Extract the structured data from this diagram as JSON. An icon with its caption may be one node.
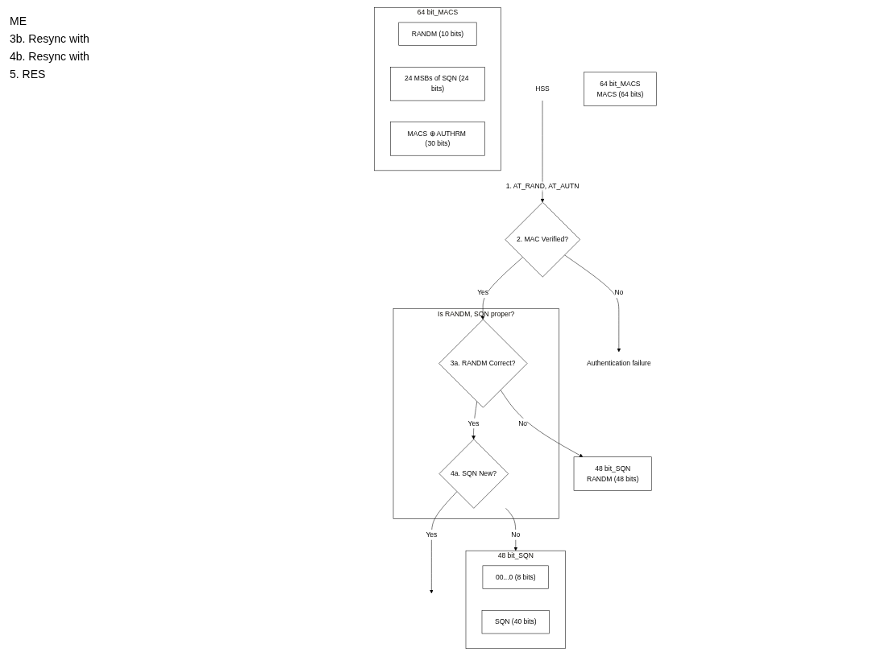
{
  "diagram": {
    "nodes": [
      {
        "text": [
          "HSS"
        ]
      },
      {
        "text": [
          "2. MAC Verified?"
        ]
      },
      {
        "text": [
          "Authentication failure"
        ]
      },
      {
        "text": [
          "Is RANDM, SQN proper?"
        ]
      },
      {
        "text": [
          "3a. RANDM Correct?"
        ],
        "in": 3
      },
      {
        "text": [
          "4a. SQN New?"
        ],
        "in": 3
      },
      {
        "text": [
          "48 bit_SQN",
          "RANDM (48 bits)"
        ]
      },
      {
        "text": [
          "64 bit_MACS"
        ]
      },
      {
        "text": [
          "RANDM (10 bits)"
        ],
        "in": 7
      },
      {
        "text": [
          "24 MSBs of SQN (24 bits)"
        ],
        "in": 7
      },
      {
        "text": [
          "MACS ⊕ AUTHRM (30 bits)"
        ],
        "in": 7
      },
      {
        "text": [
          "48 bit_SQN"
        ]
      },
      {
        "text": [
          "00...0 (8 bits)"
        ],
        "in": 11
      },
      {
        "text": [
          "SQN (40 bits)"
        ],
        "in": 11
      },
      {
        "text": [
          "64 bit_MACS",
          "MACS (64 bits)"
        ]
      }
    ],
    "edges": [
      {
        "from": 0,
        "to": 1,
        "arrow": "to",
        "label": "1. AT_RAND, AT_AUTN"
      },
      {
        "from": 1,
        "to": 2,
        "arrow": "to",
        "label": "No"
      },
      {
        "from": 1,
        "to": 4,
        "arrow": "to",
        "label": "Yes"
      },
      {
        "from": 4,
        "to": 6,
        "arrow": "to",
        "label": "No"
      },
      {
        "from": 4,
        "to": 5,
        "arrow": "to",
        "label": "Yes"
      },
      {
        "from": 5,
        "to": 11,
        "arrow": "to",
        "label": "No"
      },
      {
        "from": 5,
        "to": null,
        "arrow": "to",
        "label": "Yes"
      }
    ],
    "labels": [
      "ME",
      "3b. Resync with",
      "4b. Resync with",
      "5. RES"
    ]
  }
}
